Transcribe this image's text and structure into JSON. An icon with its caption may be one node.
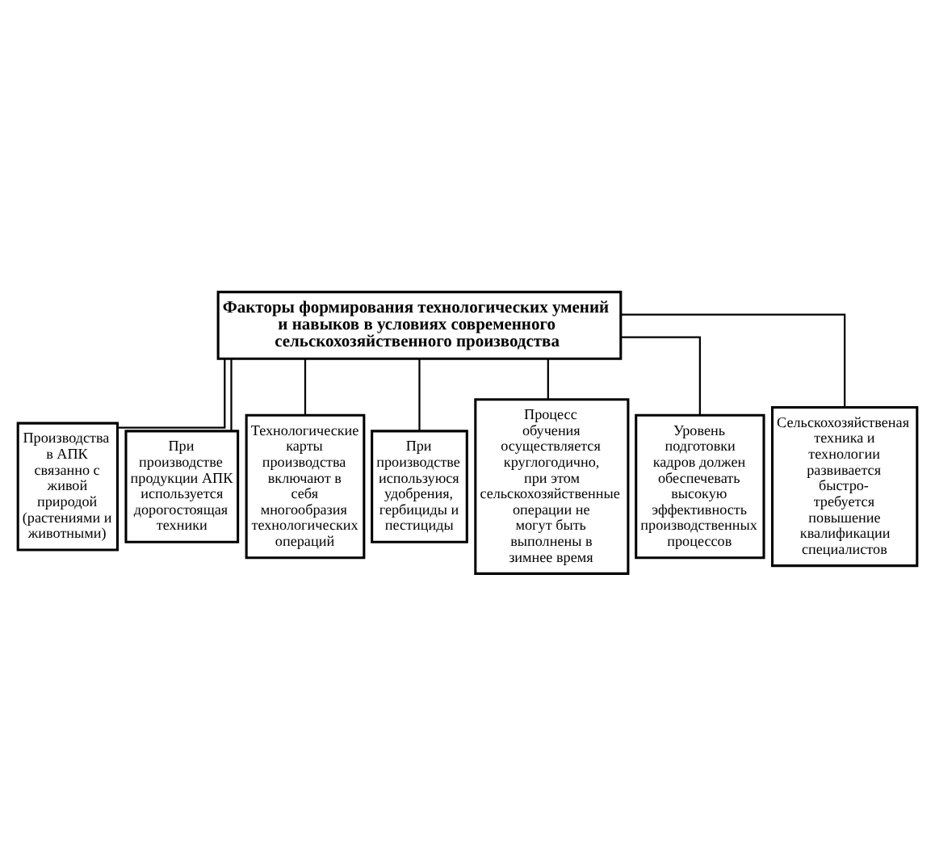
{
  "diagram": {
    "nodes": [
      {
        "text": [
          "Факторы формирования технологических умений и навыков в условиях современного сельскохозяйственного производства"
        ]
      },
      {
        "text": [
          "Производства в АПК связанно с живой природой (растениями и животными)"
        ]
      },
      {
        "text": [
          "При производстве продукции АПК используется дорогостоящая техники"
        ]
      },
      {
        "text": [
          "Технологические карты производства включают в себя многообразия технологических операций"
        ]
      },
      {
        "text": [
          "При производстве используюся удобрения, гербициды и пестициды"
        ]
      },
      {
        "text": [
          "Процесс обучения осуществляется круглогодично, при этом сельскохозяйственные операции не могут быть выполнены в зимнее время"
        ]
      },
      {
        "text": [
          "Уровень подготовки кадров должен обеспечевать высокую эффективность производственных процессов"
        ]
      },
      {
        "text": [
          "Сельскохозяйственая техника и технологии развивается быстро- требуется повышение квалификации специалистов"
        ]
      }
    ],
    "edges": [
      {
        "from": 0,
        "to": 1,
        "arrow": "none"
      },
      {
        "from": 0,
        "to": 2,
        "arrow": "none"
      },
      {
        "from": 0,
        "to": 3,
        "arrow": "none"
      },
      {
        "from": 0,
        "to": 4,
        "arrow": "none"
      },
      {
        "from": 0,
        "to": 5,
        "arrow": "none"
      },
      {
        "from": 0,
        "to": 6,
        "arrow": "none"
      },
      {
        "from": 0,
        "to": 7,
        "arrow": "none"
      }
    ]
  }
}
